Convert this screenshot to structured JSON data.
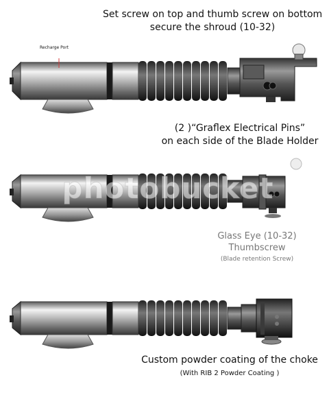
{
  "labels": {
    "top_line1": "Set screw on top and thumb screw on bottom",
    "top_line2": "secure the shroud  (10-32)",
    "recharge_port": "Recharge Port",
    "pins_line1": "(2 )“Graflex Electrical Pins”",
    "pins_line2": "on each side of the Blade Holder",
    "glass_eye": "Glass Eye  (10-32)",
    "thumbscrew": "Thumbscrew",
    "retention": "(Blade retention Screw)",
    "powder_line1": "Custom powder coating of the choke",
    "powder_line2": "(With RIB 2 Powder Coating )"
  },
  "watermark": "photobucket",
  "colors": {
    "metal_dark": "#3a3a3a",
    "metal_light": "#f2f2f2",
    "grip": "#2b2b2b",
    "indicator": "#d63a3a"
  }
}
